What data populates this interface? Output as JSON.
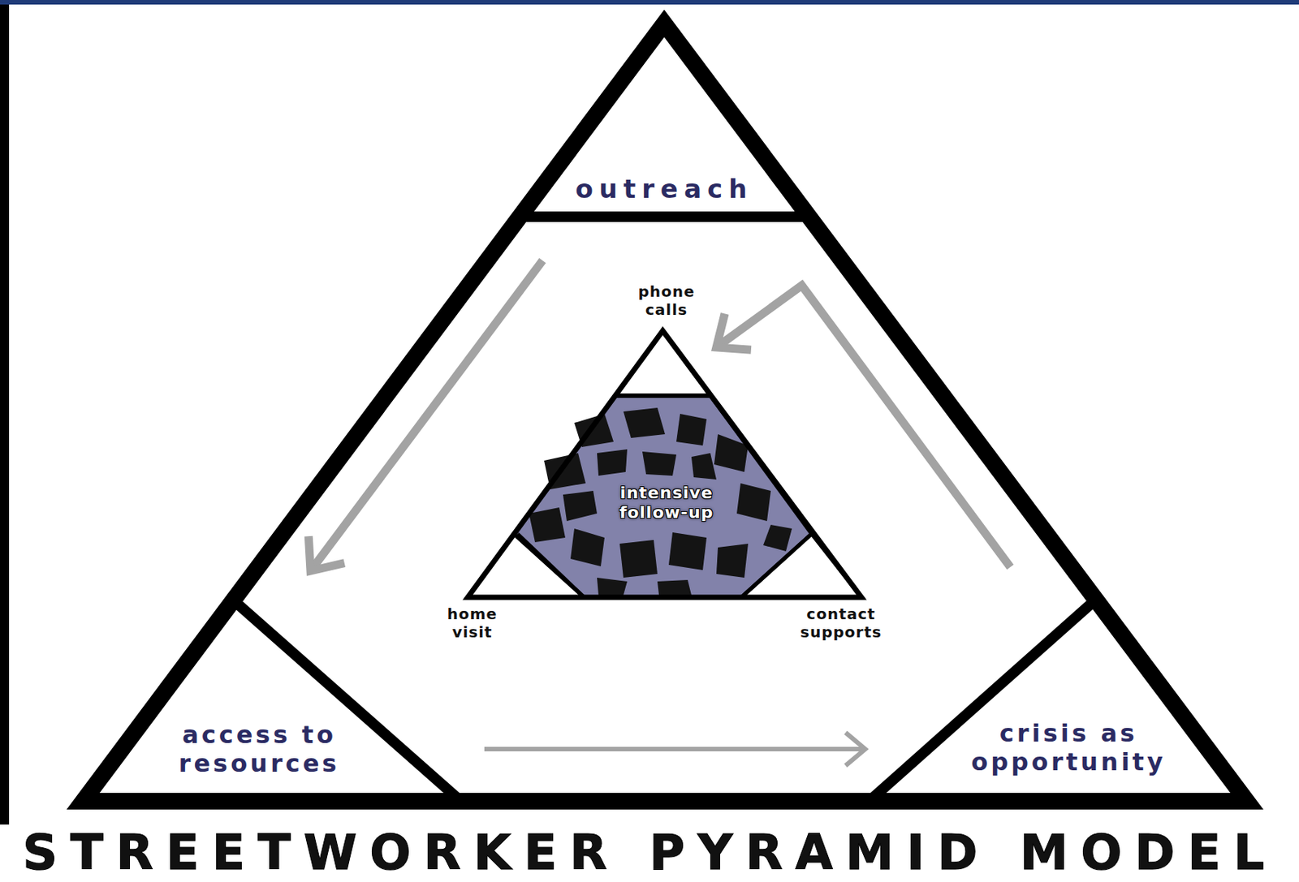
{
  "diagram": {
    "title": "STREETWORKER PYRAMID MODEL",
    "nodes": [
      {
        "text": [
          "outreach"
        ]
      },
      {
        "text": [
          "phone calls"
        ]
      },
      {
        "text": [
          "intensive follow-up"
        ]
      },
      {
        "text": [
          "home visit"
        ]
      },
      {
        "text": [
          "contact supports"
        ]
      },
      {
        "text": [
          "access to resources"
        ]
      },
      {
        "text": [
          "crisis as opportunity"
        ]
      }
    ],
    "edges": [
      {
        "from": 0,
        "to": 5,
        "arrow": "to"
      },
      {
        "from": 5,
        "to": 6,
        "arrow": "to"
      },
      {
        "from": 6,
        "to": 1,
        "arrow": "to"
      }
    ]
  }
}
